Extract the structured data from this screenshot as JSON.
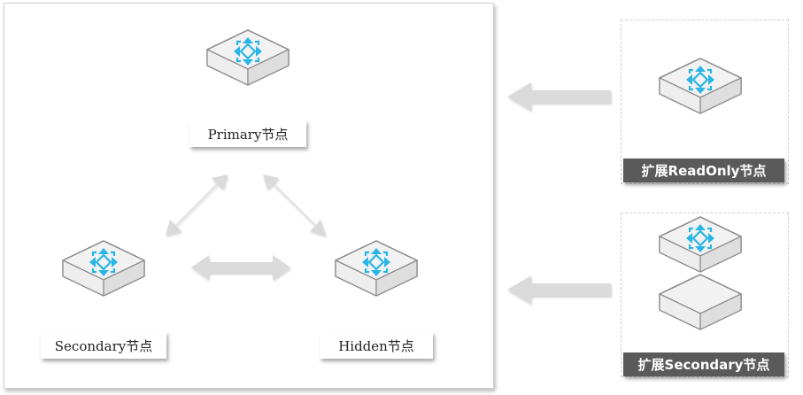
{
  "nodes": {
    "primary": {
      "label": "Primary节点"
    },
    "secondary": {
      "label": "Secondary节点"
    },
    "hidden": {
      "label": "Hidden节点"
    },
    "readonly": {
      "label": "扩展ReadOnly节点"
    },
    "ext_secondary": {
      "label": "扩展Secondary节点"
    }
  },
  "colors": {
    "accent": "#29b6e6",
    "cube_top": "#f2f2f2",
    "cube_side": "#e3e3e3",
    "cube_stroke": "#8a8a8a",
    "arrow": "#dadada",
    "dark_label_bg": "#5a5a5a"
  },
  "icons": {
    "node": "node-cube-icon"
  }
}
